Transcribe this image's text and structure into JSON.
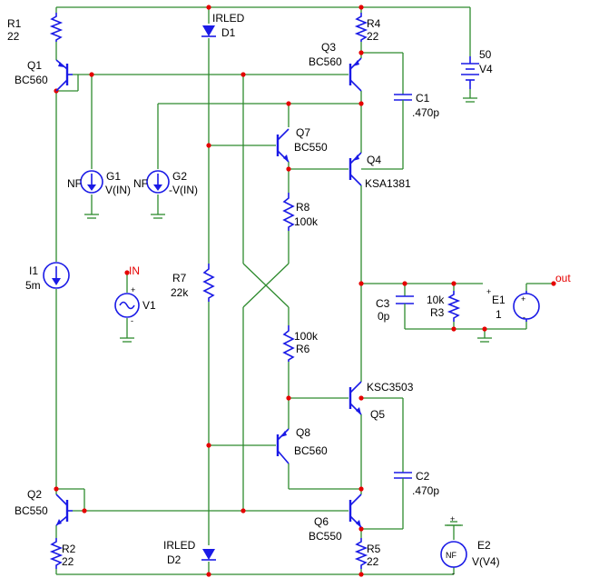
{
  "components": {
    "R1": {
      "ref": "R1",
      "value": "22"
    },
    "R2": {
      "ref": "R2",
      "value": "22"
    },
    "R3": {
      "ref": "R3",
      "value": "10k"
    },
    "R4": {
      "ref": "R4",
      "value": "22"
    },
    "R5": {
      "ref": "R5",
      "value": "22"
    },
    "R6": {
      "ref": "R6",
      "value": "100k"
    },
    "R7": {
      "ref": "R7",
      "value": "22k"
    },
    "R8": {
      "ref": "R8",
      "value": "100k"
    },
    "Q1": {
      "ref": "Q1",
      "value": "BC560"
    },
    "Q2": {
      "ref": "Q2",
      "value": "BC550"
    },
    "Q3": {
      "ref": "Q3",
      "value": "BC560"
    },
    "Q4": {
      "ref": "Q4",
      "value": "KSA1381"
    },
    "Q5": {
      "ref": "Q5",
      "value": "KSC3503"
    },
    "Q6": {
      "ref": "Q6",
      "value": "BC550"
    },
    "Q7": {
      "ref": "Q7",
      "value": "BC550"
    },
    "Q8": {
      "ref": "Q8",
      "value": "BC560"
    },
    "D1": {
      "ref": "D1",
      "value": "IRLED"
    },
    "D2": {
      "ref": "D2",
      "value": "IRLED"
    },
    "C1": {
      "ref": "C1",
      "value": ".470p"
    },
    "C2": {
      "ref": "C2",
      "value": ".470p"
    },
    "C3": {
      "ref": "C3",
      "value": "0p"
    },
    "G1": {
      "ref": "G1",
      "value": "V(IN)",
      "tag": "NF"
    },
    "G2": {
      "ref": "G2",
      "value": "-V(IN)",
      "tag": "NF"
    },
    "E1": {
      "ref": "E1",
      "value": "1"
    },
    "E2": {
      "ref": "E2",
      "value": "V(V4)",
      "tag": "NF"
    },
    "I1": {
      "ref": "I1",
      "value": "5m"
    },
    "V1": {
      "ref": "V1"
    },
    "V4": {
      "ref": "V4",
      "value": "50"
    }
  },
  "nets": {
    "in": "IN",
    "out": "out"
  },
  "signs": {
    "plus": "+",
    "minus": "-"
  }
}
